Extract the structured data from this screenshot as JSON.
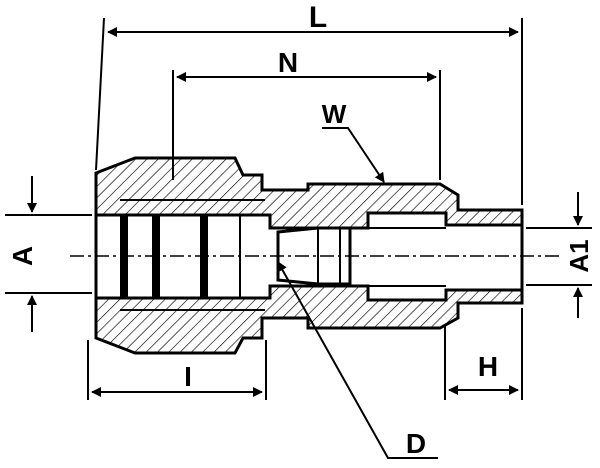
{
  "diagram": {
    "labels": {
      "L": "L",
      "N": "N",
      "W": "W",
      "A": "A",
      "A1": "A1",
      "I": "I",
      "H": "H",
      "D": "D"
    },
    "colors": {
      "ink": "#000000",
      "paper": "#ffffff"
    }
  }
}
